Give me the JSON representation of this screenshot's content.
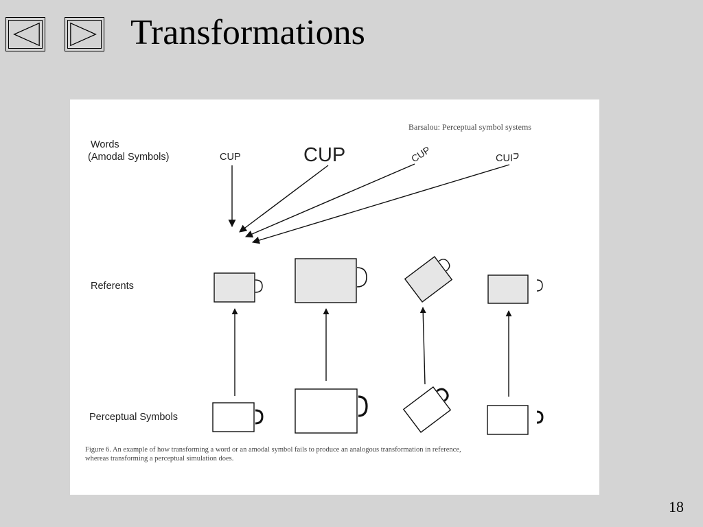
{
  "slide": {
    "title": "Transformations",
    "page_number": "18",
    "nav": {
      "prev_icon": "left-triangle-icon",
      "next_icon": "right-triangle-icon"
    }
  },
  "figure": {
    "header": "Barsalou: Perceptual symbol systems",
    "row_labels": {
      "words_line1": "Words",
      "words_line2": "(Amodal Symbols)",
      "referents": "Referents",
      "perceptual": "Perceptual Symbols"
    },
    "words": {
      "normal": "CUP",
      "large": "CUP",
      "rotated": "CUP",
      "reversed": "CUP"
    },
    "caption_line1": "Figure 6.    An example of how transforming a word or an amodal symbol fails to produce an analogous transformation in reference,",
    "caption_line2": "whereas transforming a perceptual simulation does."
  },
  "colors": {
    "background": "#d4d4d4",
    "figure_bg": "#ffffff",
    "referent_fill": "#e6e6e6"
  }
}
